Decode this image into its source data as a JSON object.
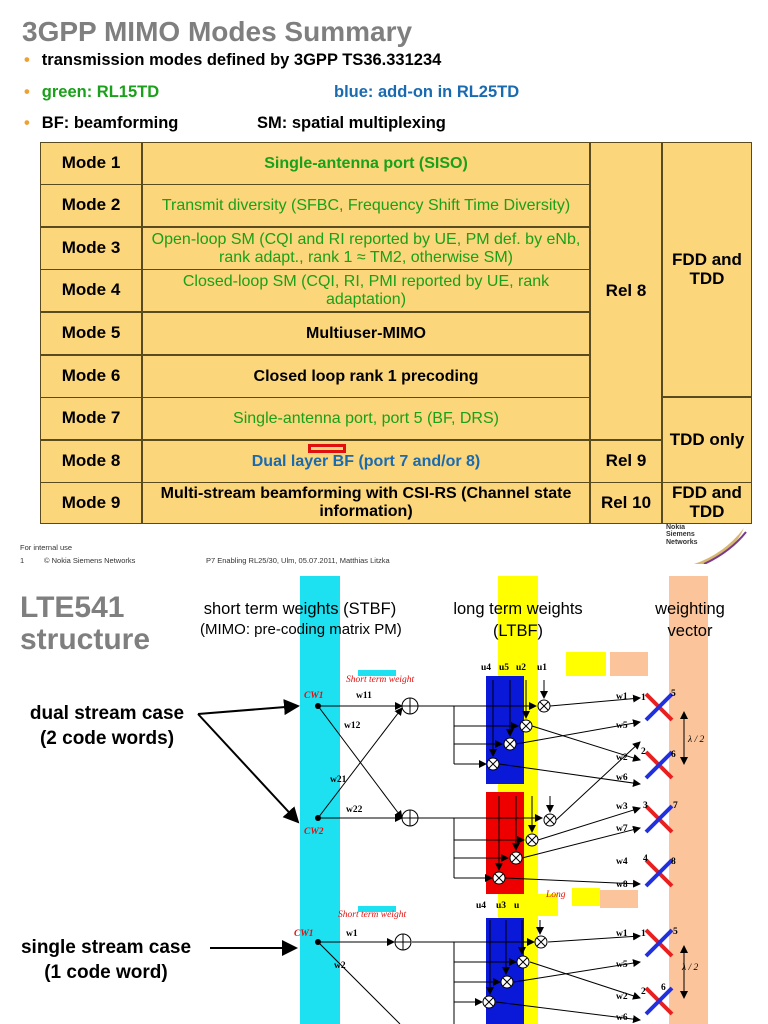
{
  "slide1": {
    "title": "3GPP MIMO Modes Summary",
    "bullets": {
      "b1": "transmission modes defined by 3GPP TS36.331234",
      "green": "green: RL15TD",
      "blue": "blue: add-on in RL25TD",
      "bf": "BF: beamforming",
      "sm": "SM: spatial multiplexing"
    },
    "table": {
      "rows": [
        {
          "mode": "Mode 1",
          "desc": "Single-antenna port (SISO)"
        },
        {
          "mode": "Mode 2",
          "desc": "Transmit diversity (SFBC, Frequency Shift Time Diversity)"
        },
        {
          "mode": "Mode 3",
          "desc": "Open-loop SM (CQI and RI reported by UE, PM def. by eNb, rank adapt., rank 1 ≈ TM2, otherwise SM)"
        },
        {
          "mode": "Mode 4",
          "desc": "Closed-loop SM (CQI, RI, PMI reported by UE, rank adaptation)"
        },
        {
          "mode": "Mode 5",
          "desc": "Multiuser-MIMO"
        },
        {
          "mode": "Mode 6",
          "desc": "Closed loop rank 1 precoding"
        },
        {
          "mode": "Mode 7",
          "desc": "Single-antenna port, port 5  (BF, DRS)"
        },
        {
          "mode": "Mode 8",
          "desc": "Dual layer BF (port 7 and/or 8)"
        },
        {
          "mode": "Mode 9",
          "desc": "Multi-stream beamforming with CSI-RS (Channel state information)"
        }
      ],
      "rel8": "Rel 8",
      "rel9": "Rel 9",
      "rel10": "Rel 10",
      "fdd_tdd": "FDD and TDD",
      "tdd_only": "TDD only",
      "fdd_tdd2": "FDD and TDD"
    },
    "footer": {
      "internal": "For internal use",
      "page": "1",
      "copyright": "© Nokia Siemens Networks",
      "event": "P7 Enabling RL25/30, Ulm, 05.07.2011, Matthias Litzka",
      "logo": "Nokia Siemens Networks"
    }
  },
  "slide2": {
    "title_line1": "LTE541",
    "title_line2": "structure",
    "stbf_line1": "short term weights (STBF)",
    "stbf_line2": "(MIMO: pre-coding matrix PM)",
    "ltbf_line1": "long term weights",
    "ltbf_line2": "(LTBF)",
    "wv_line1": "weighting",
    "wv_line2": "vector",
    "dual_line1": "dual stream case",
    "dual_line2": "(2 code words)",
    "single_line1": "single stream case",
    "single_line2": "(1 code word)",
    "diagram": {
      "short_term_weight": "Short term weight",
      "long": "Long",
      "cw1": "CW1",
      "cw2": "CW2",
      "w11": "w11",
      "w12": "w12",
      "w21": "w21",
      "w22": "w22",
      "w1": "w1",
      "w2": "w2",
      "w3": "w3",
      "w4": "w4",
      "w5": "w5",
      "w6": "w6",
      "w7": "w7",
      "w8": "w8",
      "u1": "u1",
      "u2": "u2",
      "u3": "u3",
      "u4": "u4",
      "u5": "u5",
      "u": "u",
      "n1": "1",
      "n2": "2",
      "n3": "3",
      "n4": "4",
      "n5": "5",
      "n6": "6",
      "n7": "7",
      "n8": "8",
      "lambda": "λ / 2"
    }
  }
}
